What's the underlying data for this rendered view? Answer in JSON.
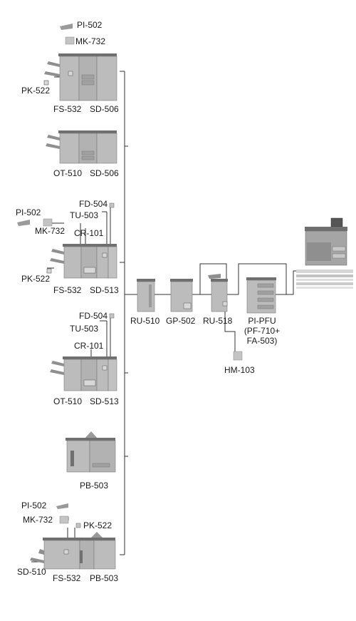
{
  "labels": {
    "pi502_a": "PI-502",
    "mk732_a": "MK-732",
    "pk522_a": "PK-522",
    "fs532_a": "FS-532",
    "sd506_a": "SD-506",
    "ot510_a": "OT-510",
    "sd506_b": "SD-506",
    "fd504_a": "FD-504",
    "pi502_b": "PI-502",
    "tu503_a": "TU-503",
    "mk732_b": "MK-732",
    "cr101_a": "CR-101",
    "pk522_b": "PK-522",
    "fs532_b": "FS-532",
    "sd513_a": "SD-513",
    "fd504_b": "FD-504",
    "tu503_b": "TU-503",
    "cr101_b": "CR-101",
    "ot510_b": "OT-510",
    "sd513_b": "SD-513",
    "pb503_a": "PB-503",
    "pi502_c": "PI-502",
    "mk732_c": "MK-732",
    "pk522_c": "PK-522",
    "sd510": "SD-510",
    "fs532_c": "FS-532",
    "pb503_b": "PB-503",
    "ru510": "RU-510",
    "gp502": "GP-502",
    "ru518": "RU-518",
    "pipfu_1": "PI-PFU",
    "pipfu_2": "(PF-710+",
    "pipfu_3": "FA-503)",
    "hm103": "HM-103"
  },
  "colors": {
    "machine": "#b8b8b8",
    "machine_dark": "#8c8c8c",
    "line": "#333333",
    "option": "#c4c4c4"
  },
  "icons": [
    "finisher-unit",
    "stacker-unit",
    "relay-unit",
    "glue-binder-unit",
    "paper-feeder-unit",
    "main-press-unit",
    "option-kit-box"
  ]
}
